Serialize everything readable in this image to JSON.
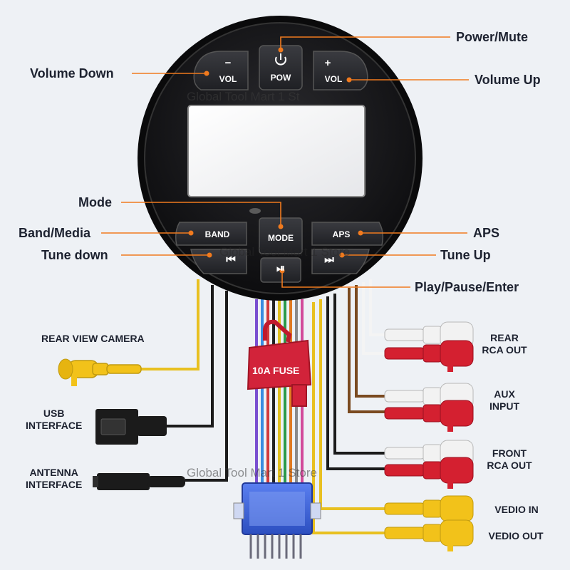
{
  "callouts": {
    "power_mute": "Power/Mute",
    "volume_down": "Volume Down",
    "volume_up": "Volume Up",
    "mode": "Mode",
    "band_media": "Band/Media",
    "aps": "APS",
    "tune_down": "Tune down",
    "tune_up": "Tune Up",
    "play_pause_enter": "Play/Pause/Enter",
    "rear_view_camera": "REAR VIEW CAMERA",
    "usb_interface": "USB\nINTERFACE",
    "antenna_interface": "ANTENNA\nINTERFACE",
    "rear_rca_out": "REAR\nRCA OUT",
    "aux_input": "AUX\nINPUT",
    "front_rca_out": "FRONT\nRCA OUT",
    "video_in": "VEDIO IN",
    "video_out": "VEDIO OUT"
  },
  "buttons": {
    "vol_down": {
      "sign": "−",
      "label": "VOL"
    },
    "pow": {
      "label": "POW"
    },
    "vol_up": {
      "sign": "+",
      "label": "VOL"
    },
    "band": {
      "label": "BAND"
    },
    "mode": {
      "label": "MODE"
    },
    "aps": {
      "label": "APS"
    },
    "prev": {
      "label": "⏮"
    },
    "play": {
      "label": "⏯"
    },
    "next": {
      "label": "⏭"
    }
  },
  "fuse_label": "10A FUSE",
  "watermarks": {
    "top": "Global Tool Mart 1 St",
    "middle": "Global Tool Mart 1 Store",
    "bottom": "Global Tool Mart 1 Store"
  },
  "colors": {
    "callout_dot": "#f07a1e",
    "head_unit": "#1b1b1d",
    "button": "#2c2d31",
    "lcd": "#f4f4f6",
    "fuse": "#d2233a",
    "rca_red": "#d42030",
    "rca_white": "#f2f2f2",
    "rca_yellow": "#f2c21a",
    "connector": "#3f64d6"
  }
}
